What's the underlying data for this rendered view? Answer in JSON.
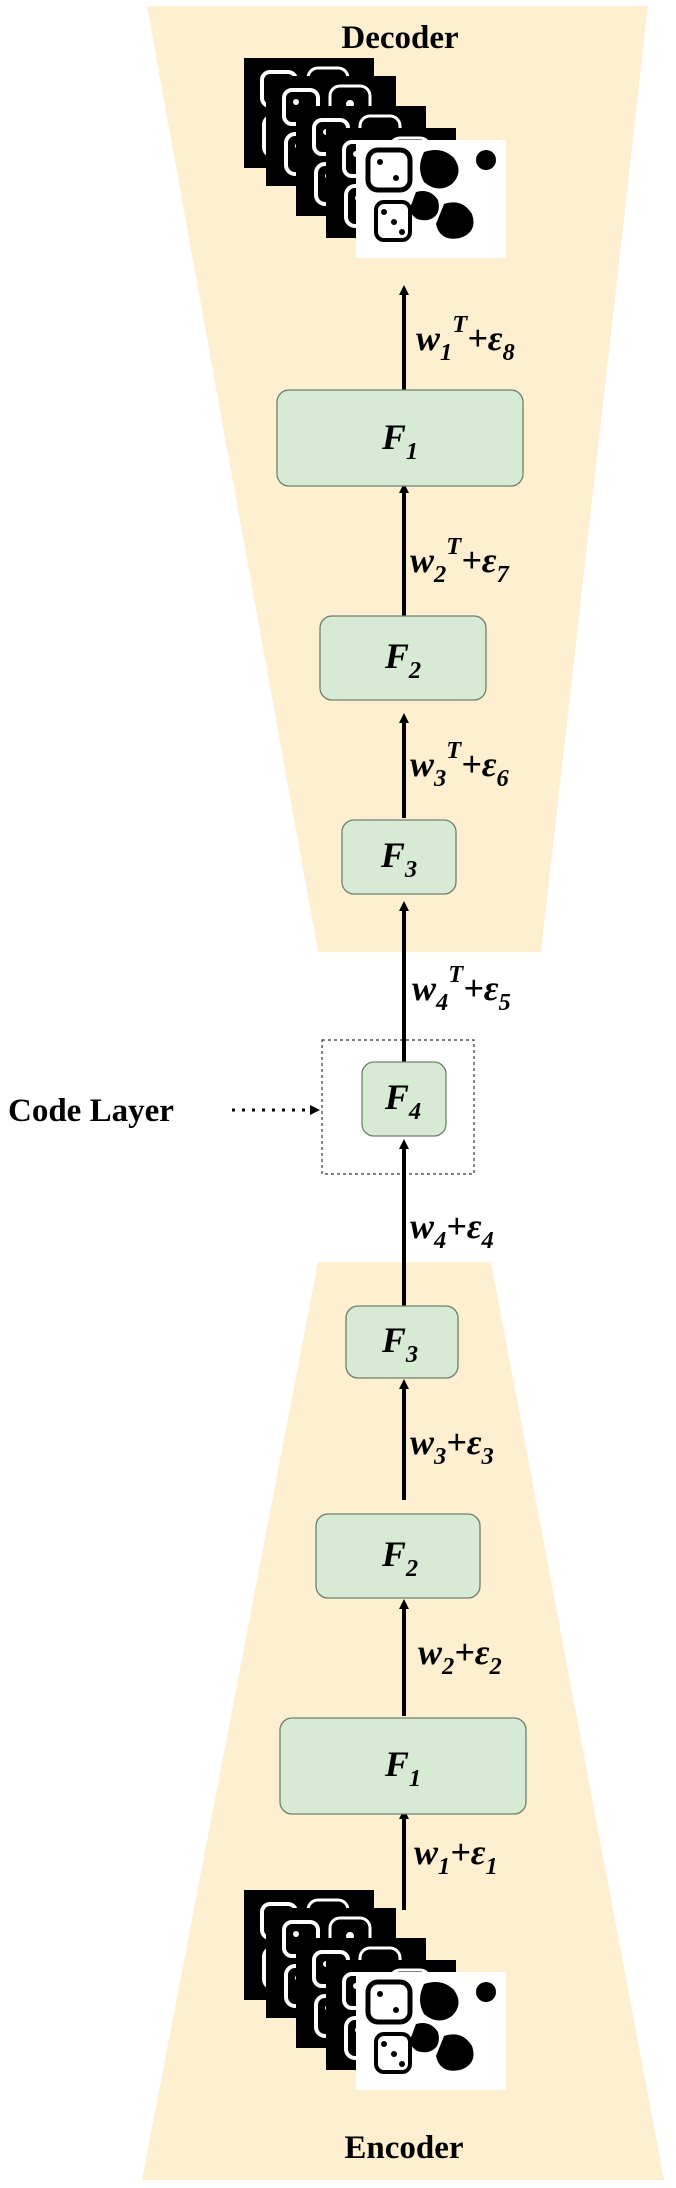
{
  "decoder": {
    "title": "Decoder"
  },
  "encoder": {
    "title": "Encoder"
  },
  "code_layer": {
    "label": "Code Layer"
  },
  "colors": {
    "funnel_fill": "#fdefcf",
    "node_fill": "#d6ead4",
    "node_stroke": "#6f7f6c",
    "arrow": "#000000"
  },
  "layers": [
    {
      "id": "dec-F1",
      "base": "F",
      "sub": "1"
    },
    {
      "id": "dec-F2",
      "base": "F",
      "sub": "2"
    },
    {
      "id": "dec-F3",
      "base": "F",
      "sub": "3"
    },
    {
      "id": "code-F4",
      "base": "F",
      "sub": "4"
    },
    {
      "id": "enc-F3",
      "base": "F",
      "sub": "3"
    },
    {
      "id": "enc-F2",
      "base": "F",
      "sub": "2"
    },
    {
      "id": "enc-F1",
      "base": "F",
      "sub": "1"
    }
  ],
  "weights": [
    {
      "id": "w1T",
      "w": "w",
      "wsub": "1",
      "sup": "T",
      "eps": "ε",
      "esub": "8"
    },
    {
      "id": "w2T",
      "w": "w",
      "wsub": "2",
      "sup": "T",
      "eps": "ε",
      "esub": "7"
    },
    {
      "id": "w3T",
      "w": "w",
      "wsub": "3",
      "sup": "T",
      "eps": "ε",
      "esub": "6"
    },
    {
      "id": "w4T",
      "w": "w",
      "wsub": "4",
      "sup": "T",
      "eps": "ε",
      "esub": "5"
    },
    {
      "id": "w4",
      "w": "w",
      "wsub": "4",
      "sup": "",
      "eps": "ε",
      "esub": "4"
    },
    {
      "id": "w3",
      "w": "w",
      "wsub": "3",
      "sup": "",
      "eps": "ε",
      "esub": "3"
    },
    {
      "id": "w2",
      "w": "w",
      "wsub": "2",
      "sup": "",
      "eps": "ε",
      "esub": "2"
    },
    {
      "id": "w1",
      "w": "w",
      "wsub": "1",
      "sup": "",
      "eps": "ε",
      "esub": "1"
    }
  ],
  "images": {
    "output_stack": "binary-image-stack",
    "input_stack": "binary-image-stack"
  }
}
